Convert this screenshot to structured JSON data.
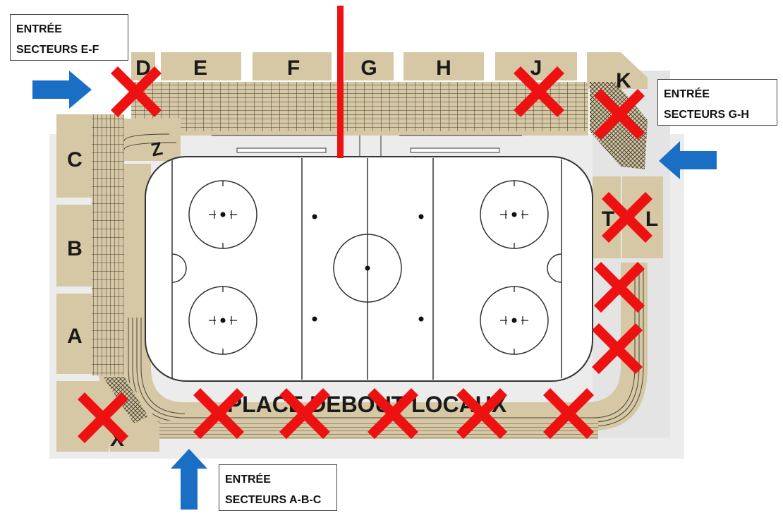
{
  "colors": {
    "seat_tan": "#d6c8a4",
    "seat_dark": "#6b6552",
    "ice": "#ffffff",
    "closed_x": "#ee1111",
    "arrow": "#1a6fc4",
    "red_line": "#ee1111"
  },
  "sections": {
    "A": "A",
    "B": "B",
    "C": "C",
    "D": "D",
    "E": "E",
    "F": "F",
    "G": "G",
    "H": "H",
    "J": "J",
    "K": "K",
    "L": "L",
    "T": "T",
    "X": "X",
    "Z": "Z"
  },
  "banner_text": "PLACE DEBOUT LOCAUX",
  "entrances": {
    "ef": {
      "line1": "ENTRÉE",
      "line2": "SECTEURS E-F"
    },
    "gh": {
      "line1": "ENTRÉE",
      "line2": "SECTEURS G-H"
    },
    "abc": {
      "line1": "ENTRÉE",
      "line2": "SECTEURS A-B-C"
    }
  },
  "closed_sections": [
    "D",
    "J",
    "K",
    "L",
    "right-corner-upper",
    "right-corner-lower",
    "X",
    "standing-area-1",
    "standing-area-2",
    "standing-area-3",
    "standing-area-4",
    "standing-area-5",
    "standing-area-6"
  ],
  "icons": {
    "closed": "red-x-icon",
    "entrance": "blue-arrow-icon"
  }
}
